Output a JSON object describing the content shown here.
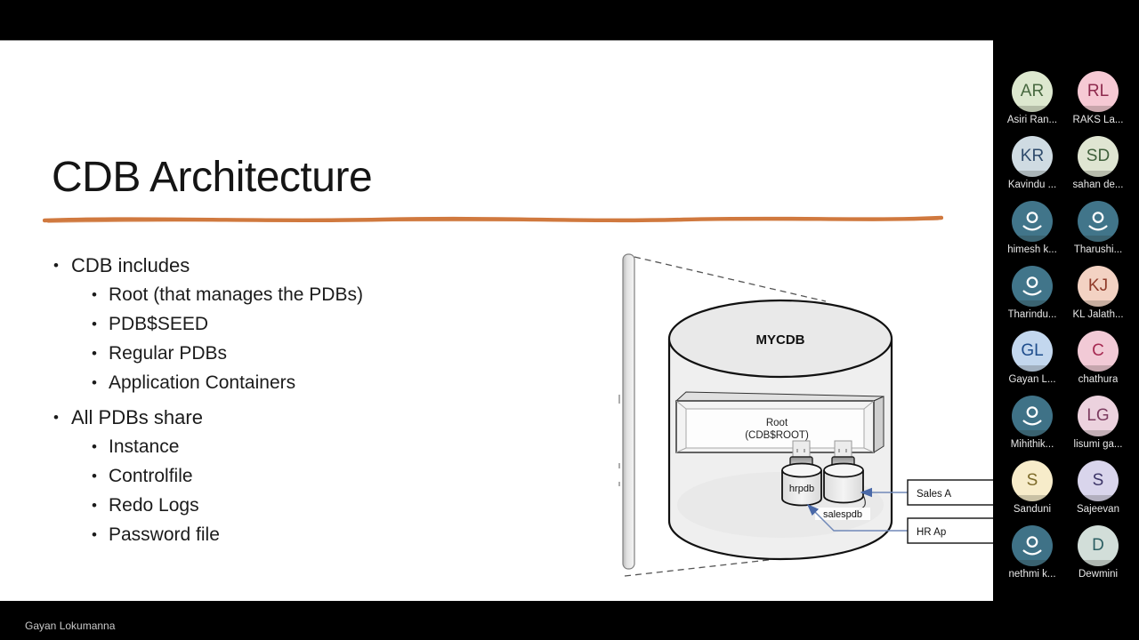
{
  "slide": {
    "title": "CDB Architecture",
    "accent_color": "#D0793F",
    "bullets": [
      {
        "text": "CDB includes"
      },
      {
        "text": "Root (that manages the PDBs)"
      },
      {
        "text": "PDB$SEED"
      },
      {
        "text": "Regular PDBs"
      },
      {
        "text": "Application Containers"
      },
      {
        "text": "All PDBs share"
      },
      {
        "text": "Instance"
      },
      {
        "text": "Controlfile"
      },
      {
        "text": "Redo Logs"
      },
      {
        "text": "Password file"
      }
    ],
    "diagram": {
      "cdb_label": "MYCDB",
      "root_label_line1": "Root",
      "root_label_line2": "(CDB$ROOT)",
      "pdb1_label": "hrpdb",
      "pdb2_label": "salespdb",
      "callout_sales": "Sales A",
      "callout_hr": "HR Ap",
      "arrow_color": "#4a69a8"
    }
  },
  "presenter": {
    "name_label": "Gayan Lokumanna"
  },
  "participants": [
    {
      "initials": "AR",
      "name": "Asiri Ran...",
      "bg": "#dde8cf",
      "fg": "#47683f"
    },
    {
      "initials": "RL",
      "name": "RAKS La...",
      "bg": "#f6c9d4",
      "fg": "#8e2a4e"
    },
    {
      "initials": "KR",
      "name": "Kavindu ...",
      "bg": "#cfdbe2",
      "fg": "#2e4a6b"
    },
    {
      "initials": "SD",
      "name": "sahan de...",
      "bg": "#dfe5d2",
      "fg": "#3f5f3b"
    },
    {
      "initials": "",
      "name": "himesh k...",
      "bg": "#41758a",
      "fg": "#ffffff",
      "icon": "person"
    },
    {
      "initials": "",
      "name": "Tharushi...",
      "bg": "#41758a",
      "fg": "#ffffff",
      "icon": "person"
    },
    {
      "initials": "",
      "name": "Tharindu...",
      "bg": "#41758a",
      "fg": "#ffffff",
      "icon": "person"
    },
    {
      "initials": "KJ",
      "name": "KL Jalath...",
      "bg": "#f3d2c3",
      "fg": "#8f3b2a"
    },
    {
      "initials": "GL",
      "name": "Gayan L...",
      "bg": "#c3d7ee",
      "fg": "#1e4d8c"
    },
    {
      "initials": "C",
      "name": "chathura",
      "bg": "#f2cad6",
      "fg": "#a62a52"
    },
    {
      "initials": "",
      "name": "Mihithik...",
      "bg": "#3f7287",
      "fg": "#ffffff",
      "icon": "person"
    },
    {
      "initials": "LG",
      "name": "lisumi ga...",
      "bg": "#ecd2de",
      "fg": "#7c3c60"
    },
    {
      "initials": "S",
      "name": "Sanduni",
      "bg": "#f7ecca",
      "fg": "#7d6b2a"
    },
    {
      "initials": "S",
      "name": "Sajeevan",
      "bg": "#d9d5ec",
      "fg": "#3c3568"
    },
    {
      "initials": "",
      "name": "nethmi k...",
      "bg": "#3f7287",
      "fg": "#ffffff",
      "icon": "person"
    },
    {
      "initials": "D",
      "name": "Dewmini",
      "bg": "#d2ded9",
      "fg": "#2c5f63"
    }
  ]
}
